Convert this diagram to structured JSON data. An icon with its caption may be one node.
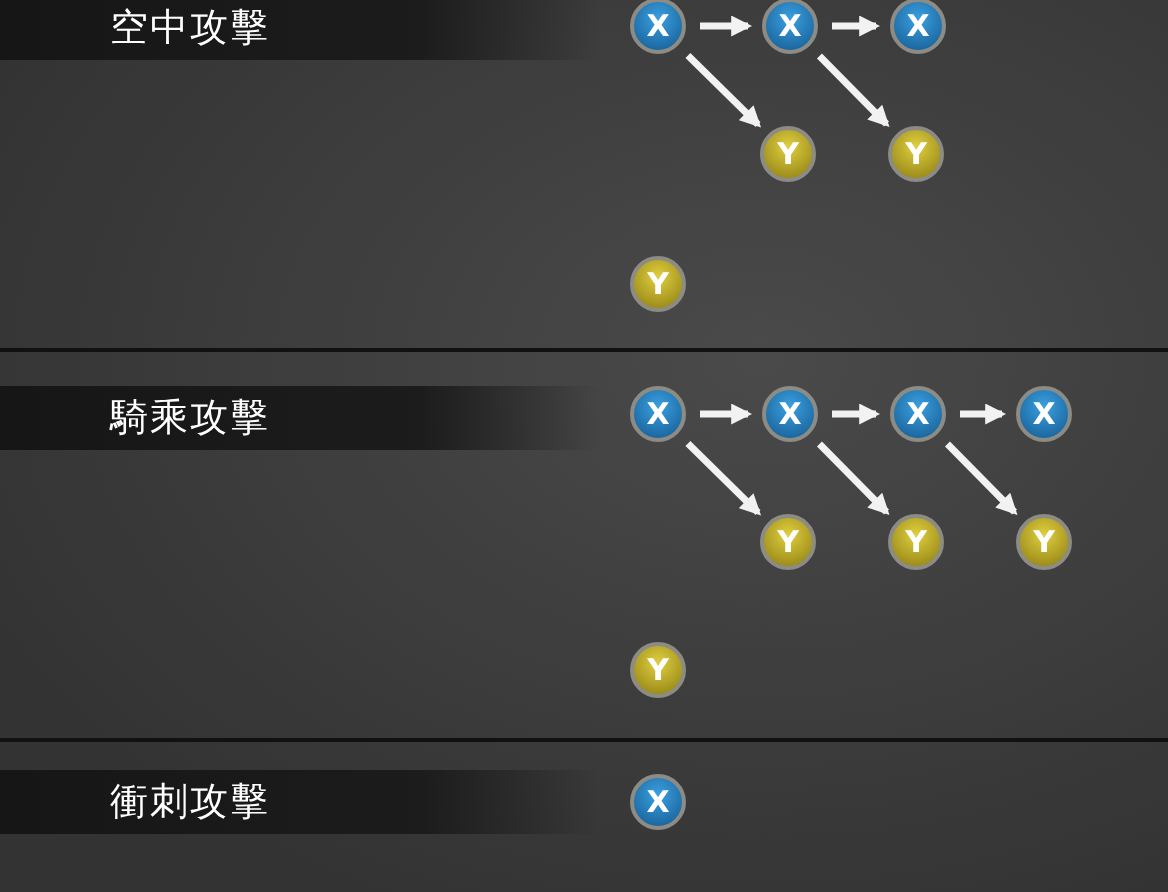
{
  "diagram": {
    "nodes": [
      {
        "text": [
          "空中攻擊"
        ]
      },
      {
        "text": [
          "X"
        ]
      },
      {
        "text": [
          "X"
        ]
      },
      {
        "text": [
          "X"
        ]
      },
      {
        "text": [
          "Y"
        ]
      },
      {
        "text": [
          "Y"
        ]
      },
      {
        "text": [
          "Y"
        ]
      },
      {
        "text": [
          "騎乘攻擊"
        ]
      },
      {
        "text": [
          "X"
        ]
      },
      {
        "text": [
          "X"
        ]
      },
      {
        "text": [
          "X"
        ]
      },
      {
        "text": [
          "X"
        ]
      },
      {
        "text": [
          "Y"
        ]
      },
      {
        "text": [
          "Y"
        ]
      },
      {
        "text": [
          "Y"
        ]
      },
      {
        "text": [
          "Y"
        ]
      },
      {
        "text": [
          "衝刺攻擊"
        ]
      },
      {
        "text": [
          "X"
        ]
      }
    ],
    "edges": [
      {
        "from": 1,
        "to": 2,
        "arrow": "to"
      },
      {
        "from": 2,
        "to": 3,
        "arrow": "to"
      },
      {
        "from": 1,
        "to": 4,
        "arrow": "to"
      },
      {
        "from": 2,
        "to": 5,
        "arrow": "to"
      },
      {
        "from": 8,
        "to": 9,
        "arrow": "to"
      },
      {
        "from": 9,
        "to": 10,
        "arrow": "to"
      },
      {
        "from": 10,
        "to": 11,
        "arrow": "to"
      },
      {
        "from": 8,
        "to": 12,
        "arrow": "to"
      },
      {
        "from": 9,
        "to": 13,
        "arrow": "to"
      },
      {
        "from": 10,
        "to": 14,
        "arrow": "to"
      }
    ]
  }
}
